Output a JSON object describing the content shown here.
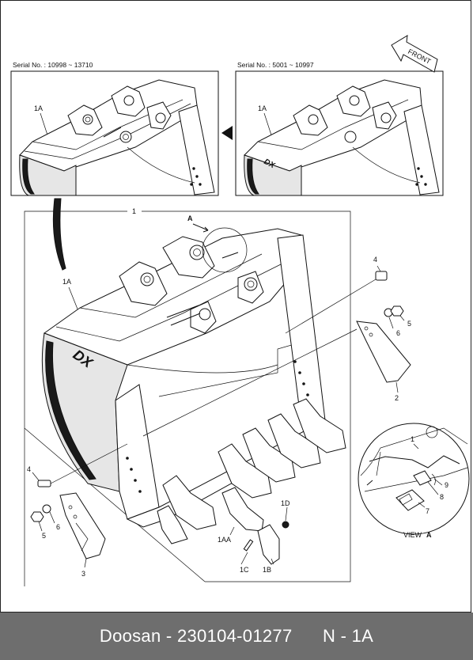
{
  "footer": {
    "brand": "Doosan",
    "part_number": "230104-01277",
    "code": "N - 1A"
  },
  "panels": {
    "left": {
      "serial": "Serial No. : 10998 ~ 13710",
      "callout": "1A"
    },
    "right": {
      "serial": "Serial No. : 5001 ~ 10997",
      "callout": "1A"
    }
  },
  "front_arrow": "FRONT",
  "main": {
    "assembly_label": "1",
    "bucket_label": "1A",
    "view_marker": "A"
  },
  "callouts": {
    "bolt_right": "4",
    "nut_right": "5",
    "washer_right": "6",
    "side_cutter_right": "2",
    "bolt_left": "4",
    "nut_left": "5",
    "washer_left": "6",
    "side_cutter_left": "3",
    "tooth_adapter": "1AA",
    "pin": "1C",
    "lock": "1D",
    "tooth_point": "1B"
  },
  "detail_view": {
    "part": "1",
    "item_7": "7",
    "item_8": "8",
    "item_9": "9",
    "title": "VIEW",
    "letter": "A"
  },
  "logo_text": "DX"
}
